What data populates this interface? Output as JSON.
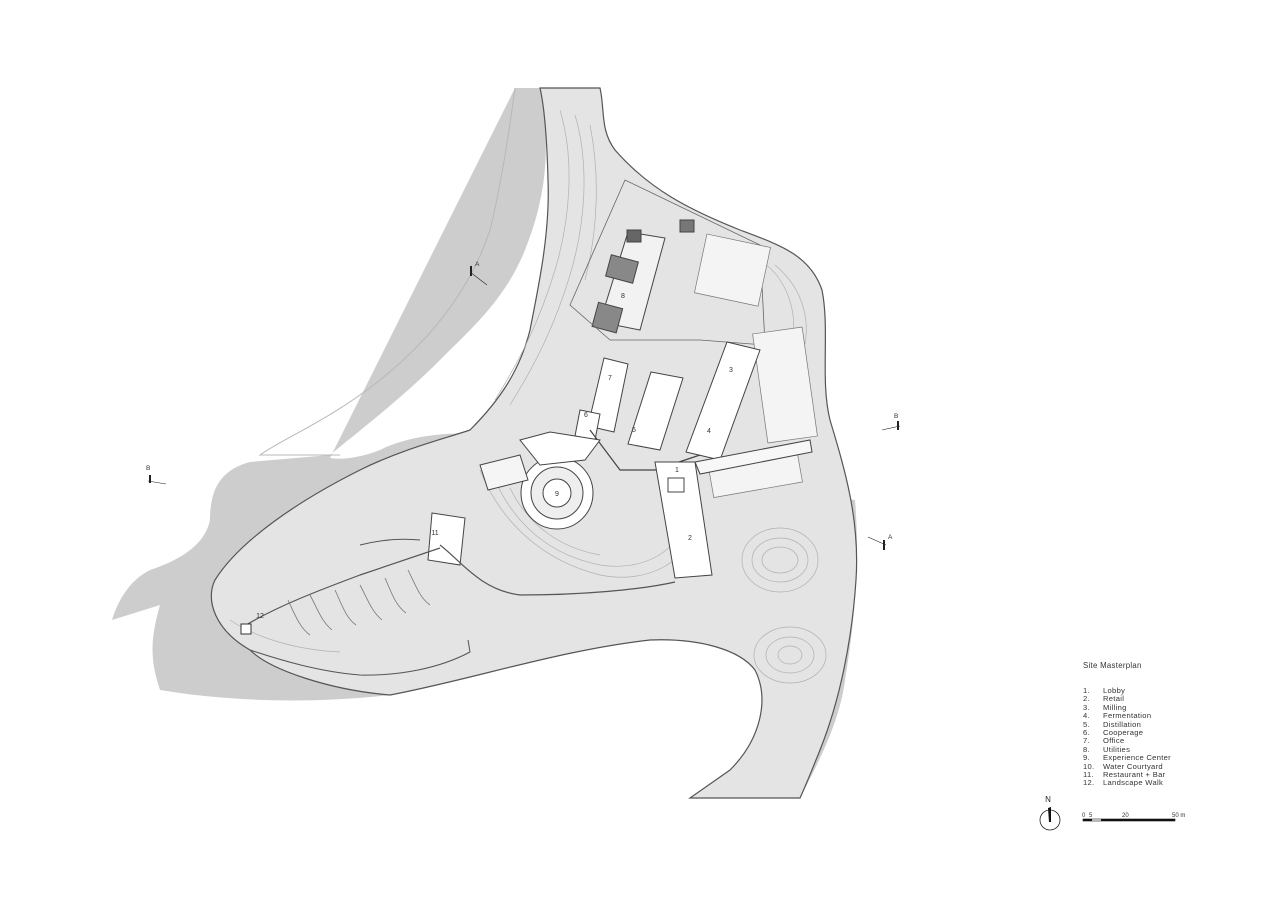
{
  "plan": {
    "building_labels": [
      "1",
      "2",
      "3",
      "4",
      "5",
      "6",
      "7",
      "8",
      "9",
      "11",
      "12"
    ],
    "section_markers": {
      "a_top": "A",
      "a_right": "A",
      "b_left": "B",
      "b_right": "B"
    }
  },
  "legend": {
    "title": "Site Masterplan",
    "items": [
      {
        "num": "1.",
        "label": "Lobby"
      },
      {
        "num": "2.",
        "label": "Retail"
      },
      {
        "num": "3.",
        "label": "Milling"
      },
      {
        "num": "4.",
        "label": "Fermentation"
      },
      {
        "num": "5.",
        "label": "Distillation"
      },
      {
        "num": "6.",
        "label": "Cooperage"
      },
      {
        "num": "7.",
        "label": "Office"
      },
      {
        "num": "8.",
        "label": "Utilities"
      },
      {
        "num": "9.",
        "label": "Experience Center"
      },
      {
        "num": "10.",
        "label": "Water Courtyard"
      },
      {
        "num": "11.",
        "label": "Restaurant + Bar"
      },
      {
        "num": "12.",
        "label": "Landscape Walk"
      }
    ]
  },
  "north_arrow": {
    "label": "N"
  },
  "scale_bar": {
    "ticks": [
      "0",
      "5",
      "20",
      "50 m"
    ]
  },
  "colors": {
    "water": "#c9c9c9",
    "land": "#e6e6e6",
    "building": "#ffffff",
    "outline": "#444444",
    "contour": "#b3b3b3"
  }
}
